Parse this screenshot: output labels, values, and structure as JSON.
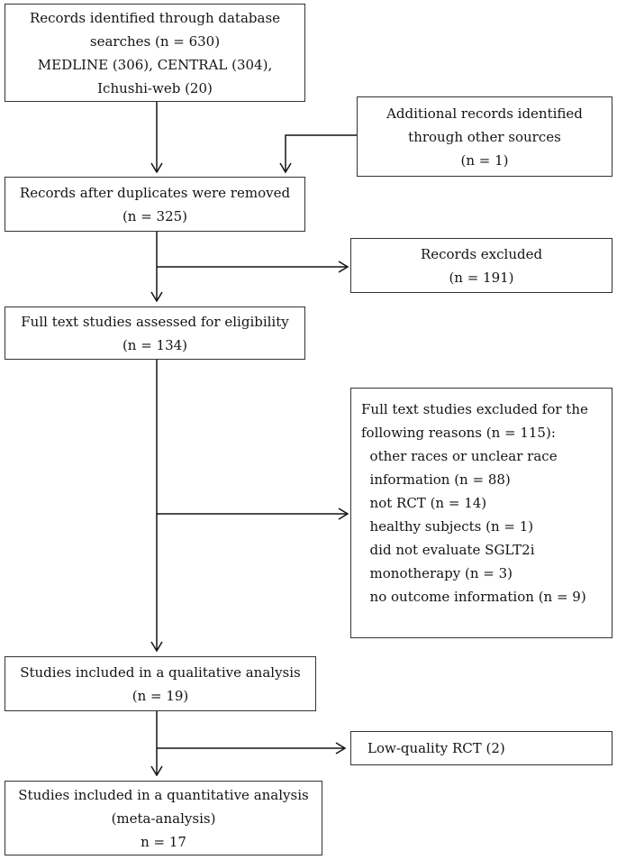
{
  "colors": {
    "ink": "#141414",
    "box_border": "#333333",
    "background": "#ffffff"
  },
  "boxes": {
    "identified": {
      "lines": [
        "Records identified through database",
        "searches (n = 630)",
        "MEDLINE (306), CENTRAL (304),",
        "Ichushi-web (20)"
      ]
    },
    "additional": {
      "lines": [
        "Additional records identified",
        "through other sources",
        "(n = 1)"
      ]
    },
    "deduplicated": {
      "lines": [
        "Records after duplicates were removed",
        "(n = 325)"
      ]
    },
    "records_excluded": {
      "lines": [
        "Records excluded",
        "(n = 191)"
      ]
    },
    "fulltext_assessed": {
      "lines": [
        "Full text studies assessed for eligibility",
        "(n = 134)"
      ]
    },
    "fulltext_excluded": {
      "lines": [
        "Full text studies excluded for the",
        "following reasons (n = 115):",
        "  other races or unclear race",
        "  information (n = 88)",
        "  not RCT (n = 14)",
        "  healthy subjects (n = 1)",
        "  did not evaluate SGLT2i",
        "  monotherapy (n = 3)",
        "  no outcome information (n = 9)"
      ]
    },
    "qualitative": {
      "lines": [
        "Studies included in a qualitative analysis",
        "(n = 19)"
      ]
    },
    "low_quality": {
      "lines": [
        "Low-quality RCT (2)"
      ]
    },
    "quantitative": {
      "lines": [
        "Studies included in a quantitative analysis",
        "(meta-analysis)",
        "n = 17"
      ]
    }
  }
}
